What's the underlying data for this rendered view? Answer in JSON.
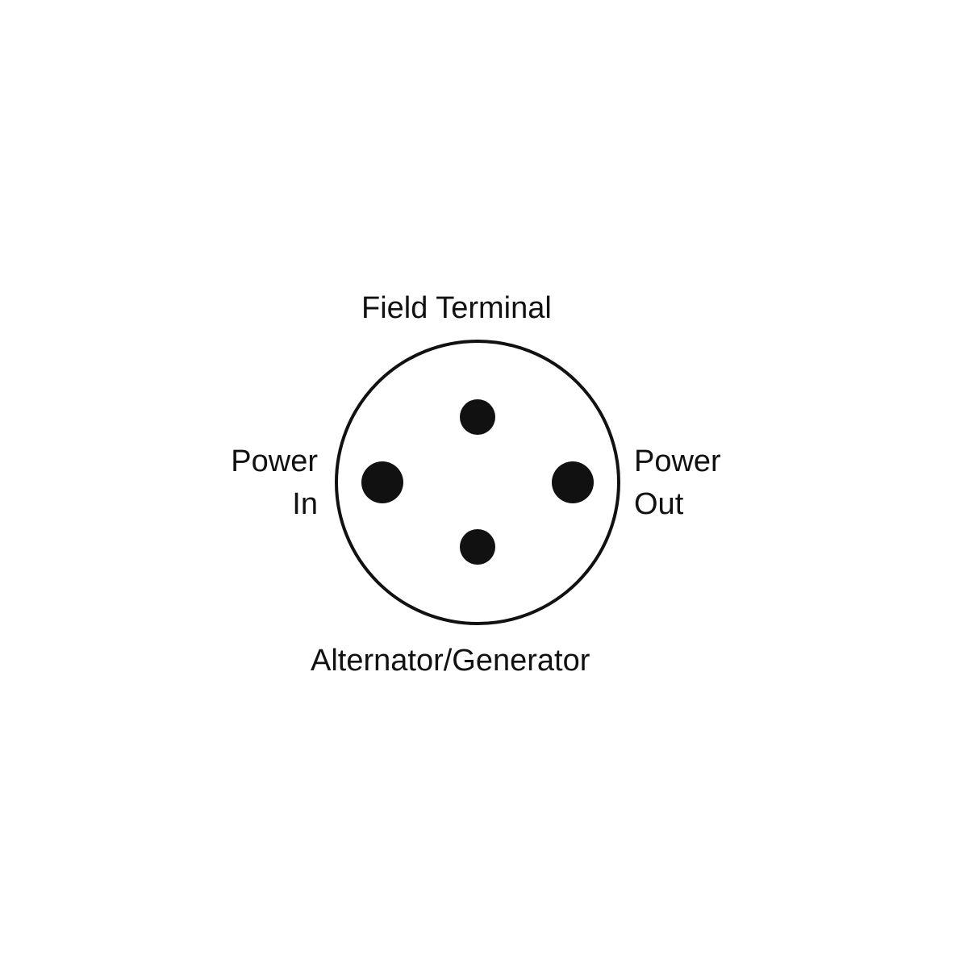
{
  "labels": {
    "top": "Field Terminal",
    "left_line1": "Power",
    "left_line2": "In",
    "right_line1": "Power",
    "right_line2": "Out",
    "bottom": "Alternator/Generator"
  },
  "colors": {
    "ink": "#111111",
    "background": "#ffffff"
  }
}
